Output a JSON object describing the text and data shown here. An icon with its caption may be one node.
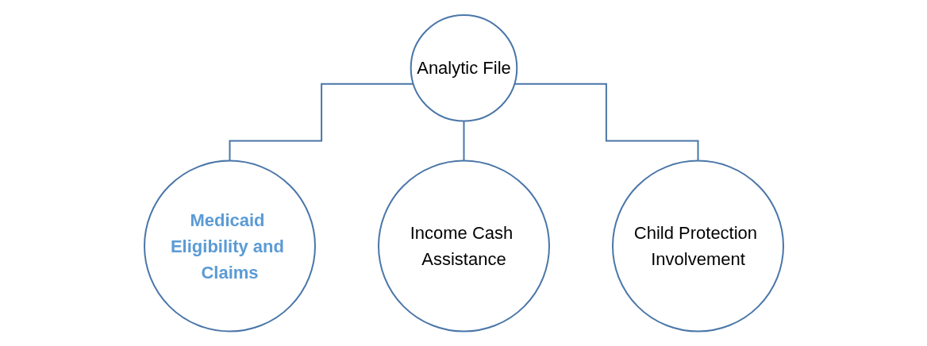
{
  "diagram": {
    "nodes": [
      {
        "text": [
          "Analytic File"
        ]
      },
      {
        "text": [
          "Medicaid Eligibility and Claims"
        ]
      },
      {
        "text": [
          "Income Cash Assistance"
        ]
      },
      {
        "text": [
          "Child Protection Involvement"
        ]
      }
    ],
    "edges": [
      {
        "from": 0,
        "to": 1,
        "arrow": "none"
      },
      {
        "from": 0,
        "to": 2,
        "arrow": "none"
      },
      {
        "from": 0,
        "to": 3,
        "arrow": "none"
      }
    ]
  }
}
